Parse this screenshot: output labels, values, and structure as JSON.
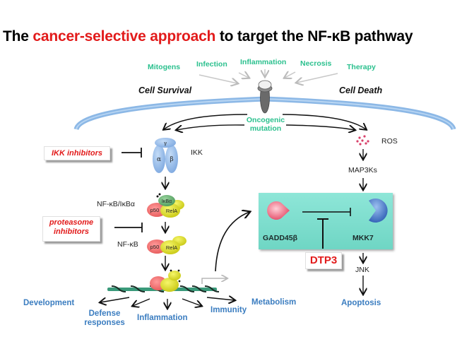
{
  "title": {
    "prefix": "The ",
    "highlight": "cancer-selective approach",
    "suffix": " to target the NF-κB pathway"
  },
  "stimuli": [
    "Mitogens",
    "Infection",
    "Inflammation",
    "Necrosis",
    "Therapy"
  ],
  "cell_sides": {
    "left": "Cell Survival",
    "right": "Cell Death"
  },
  "oncogenic": {
    "line1": "Oncogenic",
    "line2": "mutation"
  },
  "ikk": {
    "label": "IKK",
    "subunits": {
      "gamma": "γ",
      "alpha": "α",
      "beta": "β"
    }
  },
  "inhibitors": {
    "ikk": "IKK inhibitors",
    "proteasome_line1": "proteasome",
    "proteasome_line2": "inhibitors"
  },
  "complexes": {
    "nfkb_ikba_label": "NF-κB/IκBα",
    "nfkb_label": "NF-κB",
    "ikba": "IκBα",
    "p50": "p50",
    "rela": "RelA"
  },
  "death_path": {
    "ros": "ROS",
    "map3ks": "MAP3Ks",
    "gadd45b": "GADD45β",
    "mkk7": "MKK7",
    "drug": "DTP3",
    "jnk": "JNK",
    "apoptosis": "Apoptosis"
  },
  "outcomes": {
    "development": "Development",
    "defense_line1": "Defense",
    "defense_line2": "responses",
    "inflammation": "Inflammation",
    "immunity": "Immunity",
    "metabolism": "Metabolism"
  },
  "colors": {
    "title_highlight": "#e21b1b",
    "stimulus_text": "#2bc08e",
    "outcome_text": "#3b7dc0",
    "membrane": "#8cb8e6",
    "ikk_blue": "#8fb8ea",
    "p50_red": "#ef6a6a",
    "rela_yellow": "#d6d62a",
    "ikba_green": "#5fae6a",
    "teal_box": "#7fdccc",
    "mkk7_blue": "#3f72c4",
    "gadd45b_pink": "#ea4f6a",
    "dna_green": "#3a9a7a"
  }
}
